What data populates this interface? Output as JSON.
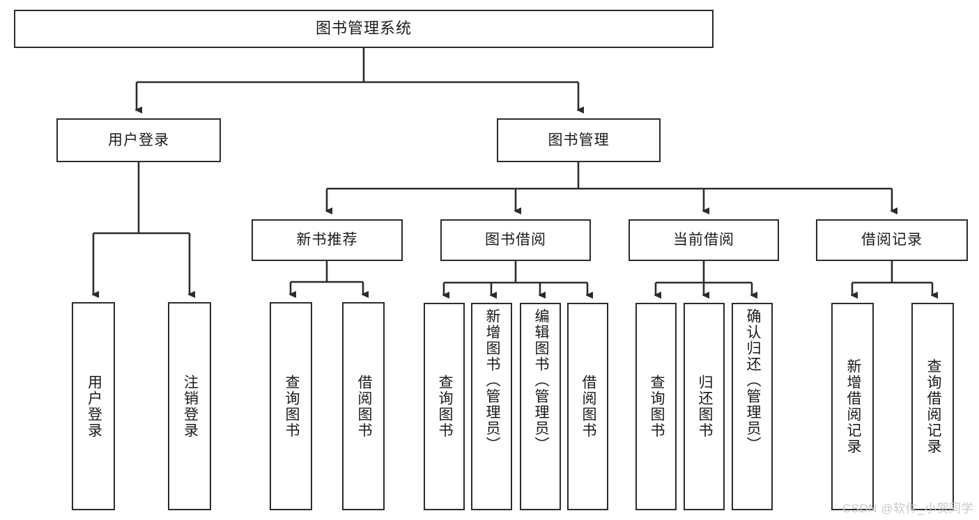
{
  "diagram": {
    "title": "图书管理系统",
    "type": "tree",
    "watermark": "CSDN @软件_小贺同学",
    "colors": {
      "border": "#2b2b2b",
      "background": "#ffffff",
      "text": "#1a1a1a",
      "watermark": "#c9c9c9"
    },
    "root": {
      "label": "图书管理系统"
    },
    "level2": [
      {
        "label": "用户登录"
      },
      {
        "label": "图书管理"
      }
    ],
    "level3": [
      {
        "label": "新书推荐"
      },
      {
        "label": "图书借阅"
      },
      {
        "label": "当前借阅"
      },
      {
        "label": "借阅记录"
      }
    ],
    "leaves": {
      "user_login": [
        {
          "label": "用户登录"
        },
        {
          "label": "注销登录"
        }
      ],
      "new_book_recommend": [
        {
          "label": "查询图书"
        },
        {
          "label": "借阅图书"
        }
      ],
      "book_borrow": [
        {
          "label": "查询图书"
        },
        {
          "label": "新增图书（管理员）"
        },
        {
          "label": "编辑图书（管理员）"
        },
        {
          "label": "借阅图书"
        }
      ],
      "current_borrow": [
        {
          "label": "查询图书"
        },
        {
          "label": "归还图书"
        },
        {
          "label": "确认归还（管理员）"
        }
      ],
      "borrow_record": [
        {
          "label": "新增借阅记录"
        },
        {
          "label": "查询借阅记录"
        }
      ]
    }
  }
}
